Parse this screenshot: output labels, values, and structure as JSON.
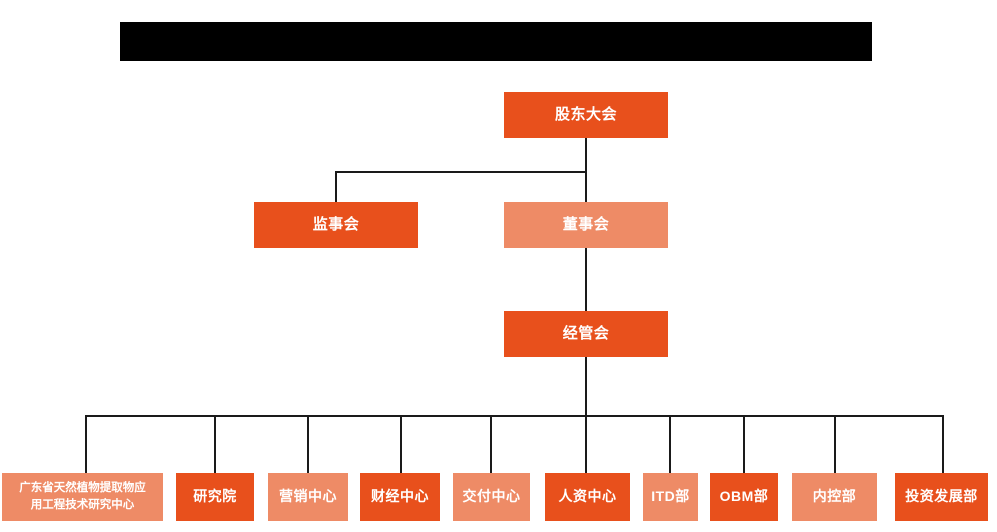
{
  "title_bar": {
    "redacted": true,
    "text": ""
  },
  "colors": {
    "dark_orange": "#E8501C",
    "light_orange": "#EE8B66",
    "line": "#1a1a1a",
    "background": "#FFFFFF",
    "title_bar": "#000000"
  },
  "chart_data": {
    "type": "diagram",
    "diagram_type": "org-chart",
    "title": "",
    "levels": [
      {
        "level": 1,
        "nodes": [
          {
            "id": "shareholders",
            "label": "股东大会",
            "tone": "dark"
          }
        ]
      },
      {
        "level": 2,
        "nodes": [
          {
            "id": "supervisors",
            "label": "监事会",
            "tone": "dark"
          },
          {
            "id": "directors",
            "label": "董事会",
            "tone": "light"
          }
        ]
      },
      {
        "level": 3,
        "nodes": [
          {
            "id": "management",
            "label": "经管会",
            "tone": "dark"
          }
        ]
      },
      {
        "level": 4,
        "nodes": [
          {
            "id": "research-center",
            "label": "广东省天然植物提取物应\n用工程技术研究中心",
            "tone": "light"
          },
          {
            "id": "institute",
            "label": "研究院",
            "tone": "dark"
          },
          {
            "id": "marketing-center",
            "label": "营销中心",
            "tone": "light"
          },
          {
            "id": "finance-center",
            "label": "财经中心",
            "tone": "dark"
          },
          {
            "id": "delivery-center",
            "label": "交付中心",
            "tone": "light"
          },
          {
            "id": "hr-center",
            "label": "人资中心",
            "tone": "dark"
          },
          {
            "id": "itd-dept",
            "label": "ITD部",
            "tone": "light"
          },
          {
            "id": "obm-dept",
            "label": "OBM部",
            "tone": "dark"
          },
          {
            "id": "internal-control-dept",
            "label": "内控部",
            "tone": "light"
          },
          {
            "id": "investment-dev-dept",
            "label": "投资发展部",
            "tone": "dark"
          }
        ]
      }
    ],
    "edges": [
      {
        "from": "shareholders",
        "to": "supervisors"
      },
      {
        "from": "shareholders",
        "to": "directors"
      },
      {
        "from": "directors",
        "to": "management"
      },
      {
        "from": "management",
        "to": "research-center"
      },
      {
        "from": "management",
        "to": "institute"
      },
      {
        "from": "management",
        "to": "marketing-center"
      },
      {
        "from": "management",
        "to": "finance-center"
      },
      {
        "from": "management",
        "to": "delivery-center"
      },
      {
        "from": "management",
        "to": "hr-center"
      },
      {
        "from": "management",
        "to": "itd-dept"
      },
      {
        "from": "management",
        "to": "obm-dept"
      },
      {
        "from": "management",
        "to": "internal-control-dept"
      },
      {
        "from": "management",
        "to": "investment-dev-dept"
      }
    ]
  }
}
